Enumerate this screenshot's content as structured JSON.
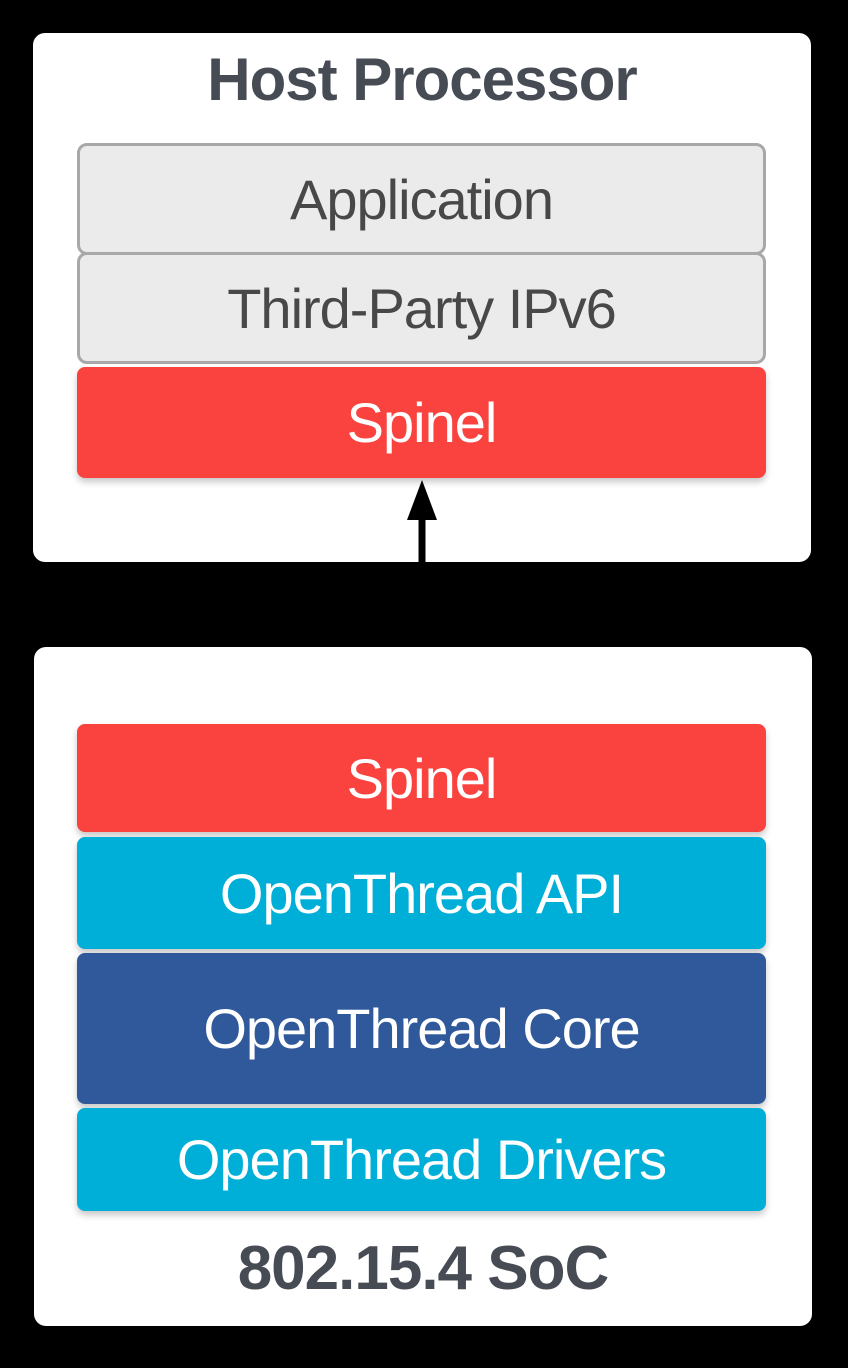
{
  "colors": {
    "background": "#000000",
    "card": "#ffffff",
    "red": "#fa423e",
    "cyan": "#00afd8",
    "blue": "#30599b",
    "gray_fill": "#ebebeb",
    "gray_border": "#a8a8a8",
    "heading_text": "#474c54",
    "gray_box_text": "#484848",
    "bar_text": "#ffffff",
    "arrow": "#000000"
  },
  "host_card": {
    "title": "Host Processor",
    "layers": [
      {
        "label": "Application",
        "style": "gray"
      },
      {
        "label": "Third-Party IPv6",
        "style": "gray"
      },
      {
        "label": "Spinel",
        "style": "red"
      }
    ]
  },
  "connector": {
    "type": "vertical-double-headed-arrow"
  },
  "soc_card": {
    "caption": "802.15.4 SoC",
    "layers": [
      {
        "label": "Spinel",
        "style": "red"
      },
      {
        "label": "OpenThread API",
        "style": "cyan"
      },
      {
        "label": "OpenThread Core",
        "style": "blue"
      },
      {
        "label": "OpenThread Drivers",
        "style": "cyan"
      }
    ]
  }
}
